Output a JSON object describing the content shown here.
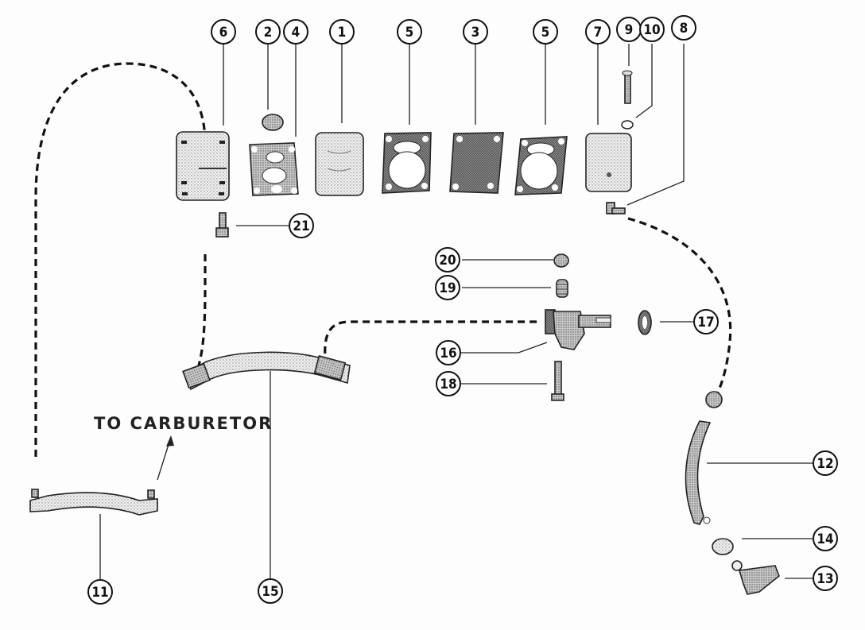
{
  "diagram": {
    "type": "exploded parts diagram",
    "subject": "fuel pump assembly",
    "annotation": "TO CARBURETOR",
    "callouts": [
      {
        "id": "6",
        "label": "6"
      },
      {
        "id": "2",
        "label": "2"
      },
      {
        "id": "4",
        "label": "4"
      },
      {
        "id": "1",
        "label": "1"
      },
      {
        "id": "5a",
        "label": "5"
      },
      {
        "id": "3",
        "label": "3"
      },
      {
        "id": "5b",
        "label": "5"
      },
      {
        "id": "7",
        "label": "7"
      },
      {
        "id": "9",
        "label": "9"
      },
      {
        "id": "10",
        "label": "10"
      },
      {
        "id": "8",
        "label": "8"
      },
      {
        "id": "21",
        "label": "21"
      },
      {
        "id": "20",
        "label": "20"
      },
      {
        "id": "19",
        "label": "19"
      },
      {
        "id": "17",
        "label": "17"
      },
      {
        "id": "16",
        "label": "16"
      },
      {
        "id": "18",
        "label": "18"
      },
      {
        "id": "12",
        "label": "12"
      },
      {
        "id": "14",
        "label": "14"
      },
      {
        "id": "13",
        "label": "13"
      },
      {
        "id": "11",
        "label": "11"
      },
      {
        "id": "15",
        "label": "15"
      }
    ],
    "parts": [
      {
        "callout": "6",
        "name": "pump-body"
      },
      {
        "callout": "2",
        "name": "nut"
      },
      {
        "callout": "4",
        "name": "gasket"
      },
      {
        "callout": "1",
        "name": "plate"
      },
      {
        "callout": "5",
        "name": "gasket"
      },
      {
        "callout": "3",
        "name": "diaphragm"
      },
      {
        "callout": "7",
        "name": "cover"
      },
      {
        "callout": "9",
        "name": "screw"
      },
      {
        "callout": "10",
        "name": "washer"
      },
      {
        "callout": "8",
        "name": "elbow-fitting"
      },
      {
        "callout": "21",
        "name": "screw"
      },
      {
        "callout": "20",
        "name": "nut"
      },
      {
        "callout": "19",
        "name": "spring"
      },
      {
        "callout": "16",
        "name": "fitting"
      },
      {
        "callout": "17",
        "name": "grommet"
      },
      {
        "callout": "18",
        "name": "bolt"
      },
      {
        "callout": "12",
        "name": "hose"
      },
      {
        "callout": "14",
        "name": "clamp"
      },
      {
        "callout": "13",
        "name": "connector"
      },
      {
        "callout": "11",
        "name": "fuel-line"
      },
      {
        "callout": "15",
        "name": "fuel-line"
      }
    ]
  }
}
